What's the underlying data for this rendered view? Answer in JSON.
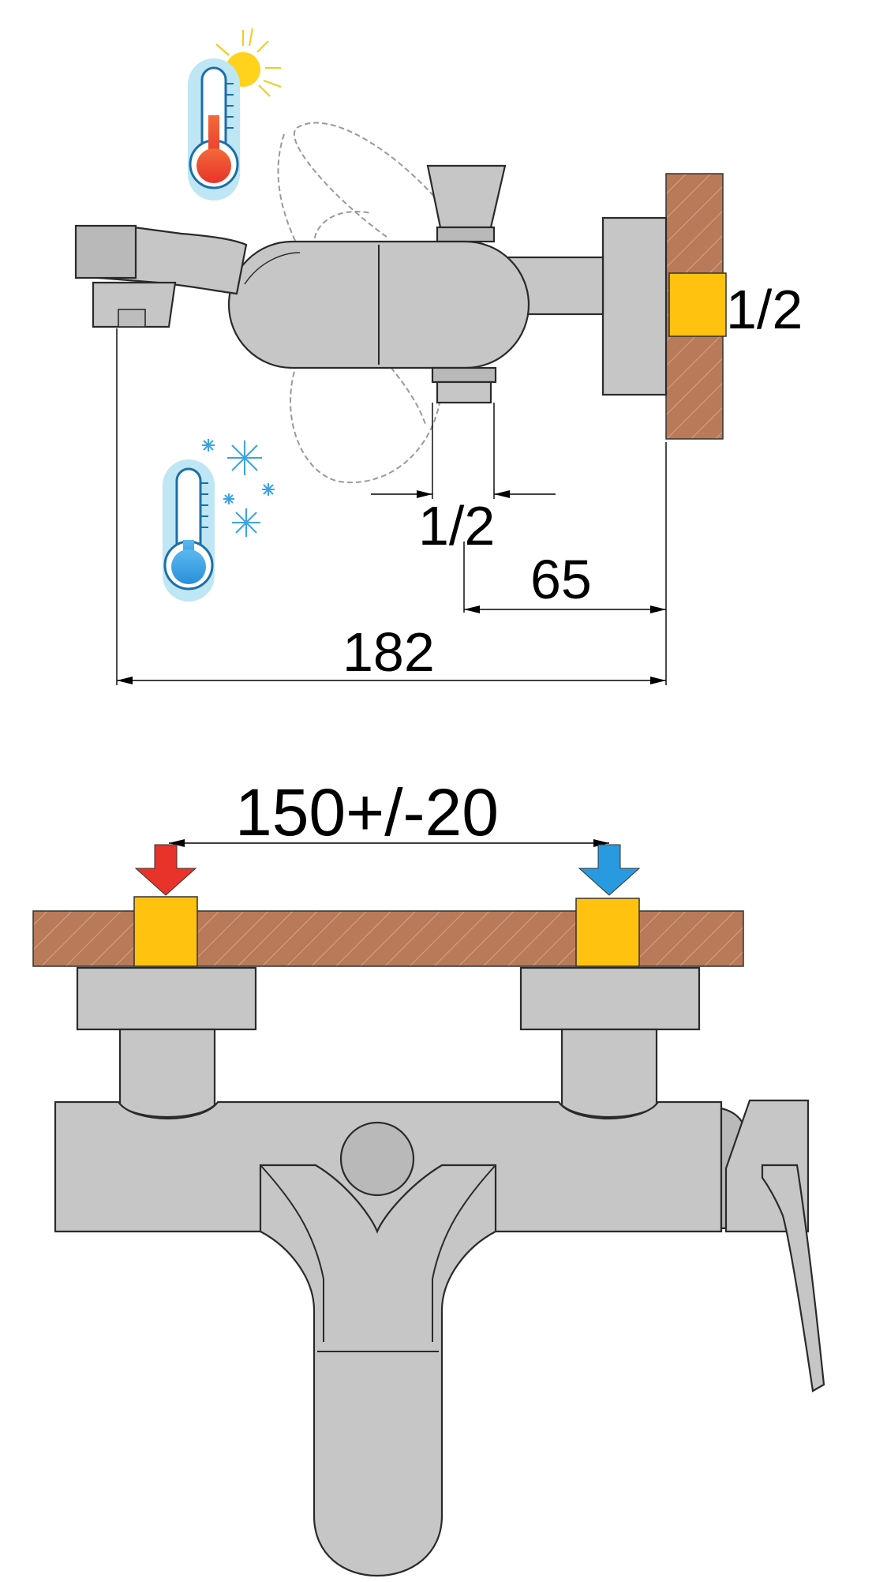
{
  "side_view": {
    "outlet_thread_label": "1/2",
    "inlet_thread_label": "1/2",
    "dim_outlet_offset": "65",
    "dim_total_length": "182"
  },
  "front_view": {
    "dim_inlet_spacing": "150+/-20"
  },
  "icons": {
    "hot": "hot-thermometer-icon",
    "cold": "cold-thermometer-icon",
    "hot_arrow": "red-down-arrow",
    "cold_arrow": "blue-down-arrow"
  },
  "colors": {
    "wall": "#b87a58",
    "fitting": "#ffc30f",
    "metal": "#c6c6c6",
    "hot": "#e8332a",
    "cold": "#2a9ae0"
  }
}
